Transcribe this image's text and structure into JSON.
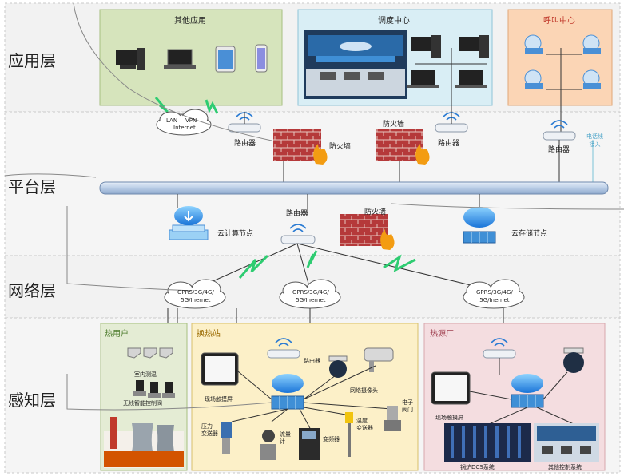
{
  "layers": {
    "app": "应用层",
    "platform": "平台层",
    "network": "网络层",
    "sensing": "感知层"
  },
  "app": {
    "other_apps": "其他应用",
    "dispatch_center": "调度中心",
    "call_center": "呼叫中心"
  },
  "platform": {
    "lan_cloud": [
      "LAN",
      "VPN",
      "Internet"
    ],
    "router_left": "路由器",
    "firewall_left": "防火墙",
    "router_mid": "路由器",
    "firewall_mid": "防火墙",
    "router_right": "路由器",
    "phone_line": "电话线\n接入",
    "cloud_compute": "云计算节点",
    "router_center": "路由器",
    "firewall_center": "防火墙",
    "cloud_storage": "云存储节点"
  },
  "network": {
    "cloud_left": "GPRS/3G/4G/\n5G/Inernet",
    "cloud_mid": "GPRS/3G/4G/\n5G/Inernet",
    "cloud_right": "GPRS/3G/4G/\n5G/Inernet"
  },
  "sensing": {
    "heat_user": {
      "title": "热用户",
      "indoor_temp": "室内测温",
      "valve": "无线智能控制阀"
    },
    "exchange": {
      "title": "换热站",
      "router": "路由器",
      "touchscreen": "现场触摸屏",
      "camera": "网络摄像头",
      "electric_valve": "电子\n阀门",
      "pressure": "压力\n变送器",
      "flowmeter": "流量\n计",
      "inverter": "变频器",
      "temp": "温度\n变送器"
    },
    "source": {
      "title": "热源厂",
      "touchscreen": "现场触摸屏",
      "boiler": "锅炉DCS系统",
      "other_control": "其他控制系统"
    }
  },
  "colors": {
    "other_apps_bg": "#d6e4bc",
    "dispatch_bg": "#d9eef5",
    "call_bg": "#fbd5b5",
    "heat_user_bg": "#e4ecd4",
    "exchange_bg": "#fcf0c8",
    "source_bg": "#f4dde0",
    "bus": "#c9dbef",
    "firewall": "#b83a3a"
  }
}
